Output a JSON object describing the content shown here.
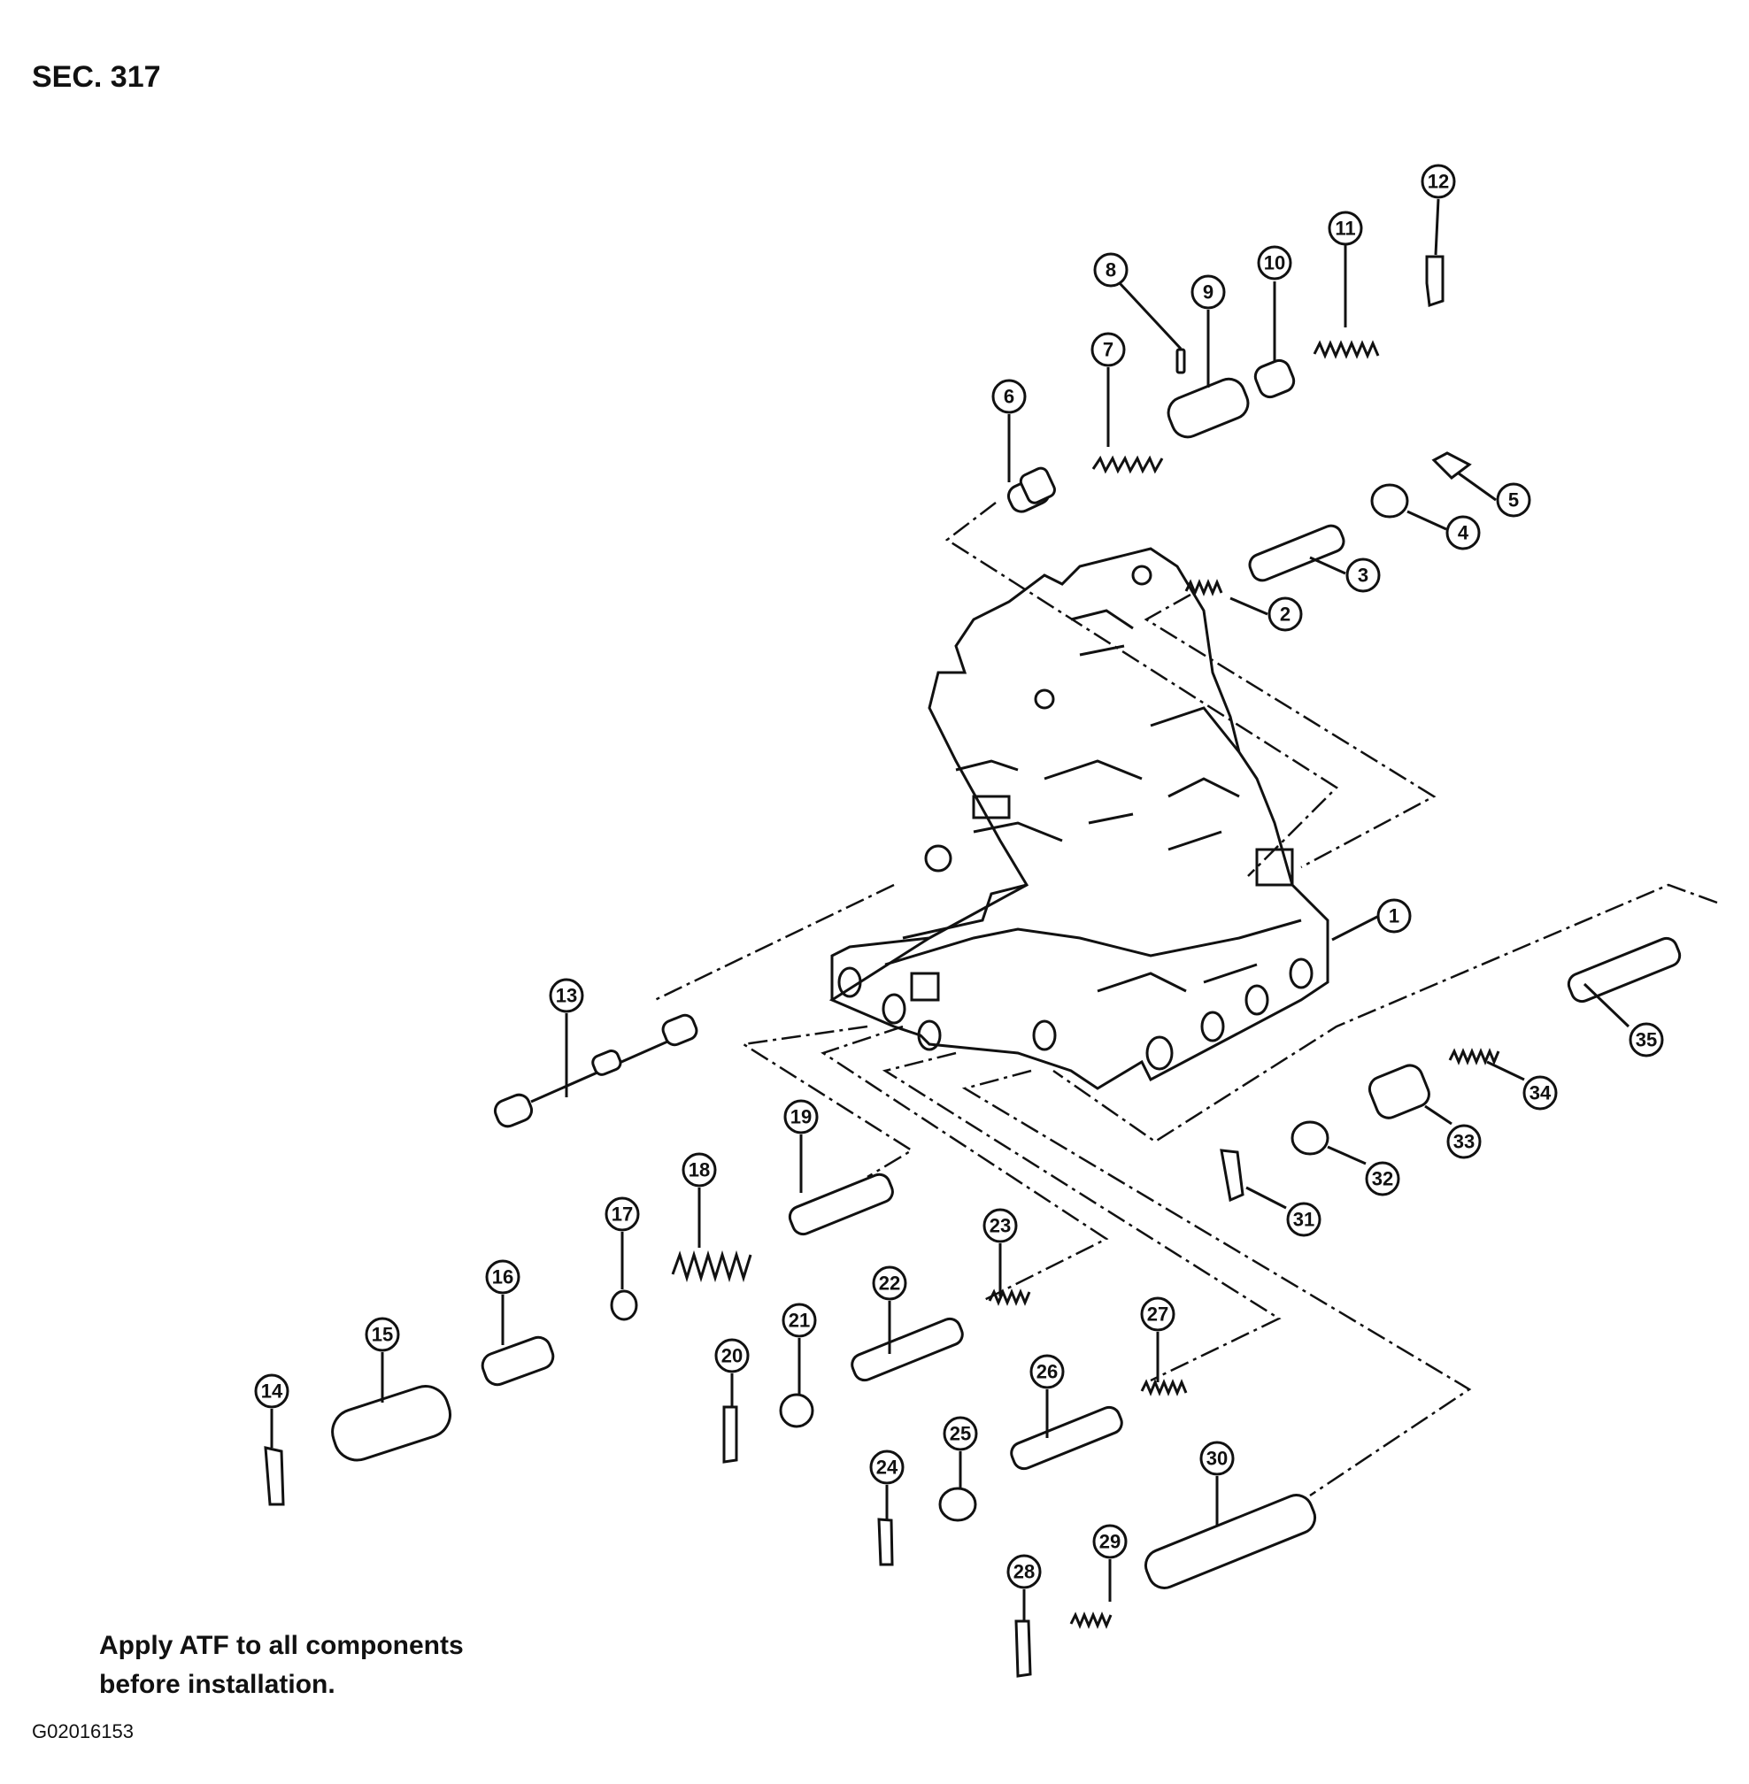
{
  "header": {
    "section": "SEC. 317"
  },
  "note": {
    "line1": "Apply ATF to all components",
    "line2": "before installation."
  },
  "figure_code": "G02016153",
  "callouts": [
    "1",
    "2",
    "3",
    "4",
    "5",
    "6",
    "7",
    "8",
    "9",
    "10",
    "11",
    "12",
    "13",
    "14",
    "15",
    "16",
    "17",
    "18",
    "19",
    "20",
    "21",
    "22",
    "23",
    "24",
    "25",
    "26",
    "27",
    "28",
    "29",
    "30",
    "31",
    "32",
    "33",
    "34",
    "35"
  ]
}
